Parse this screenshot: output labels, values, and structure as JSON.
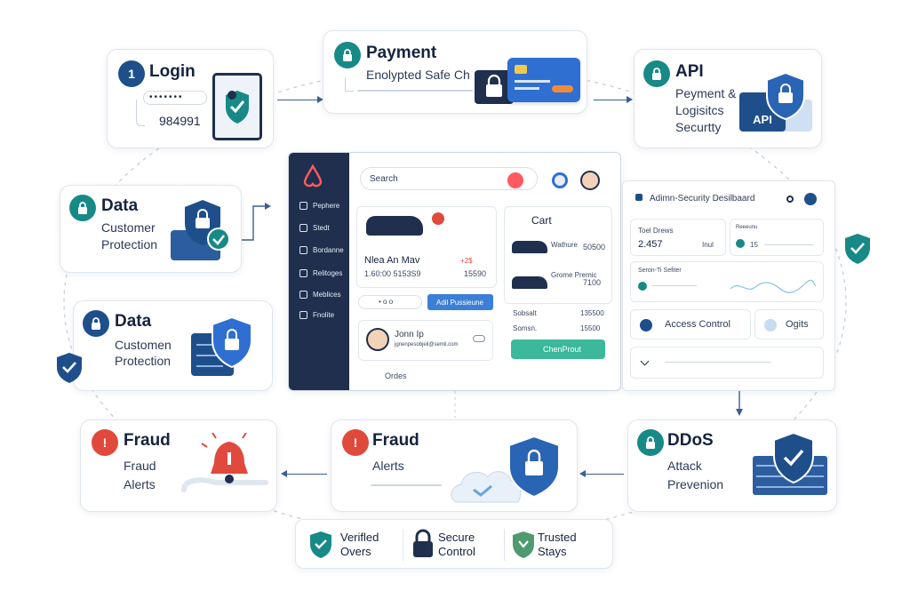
{
  "cards": {
    "login": {
      "badge": "1",
      "title": "Login",
      "password_mask": "•••••••",
      "code": "984991"
    },
    "payment": {
      "title": "Payment",
      "subtitle": "Enolypted Safe Ch"
    },
    "api": {
      "title": "API",
      "lines": [
        "Peyment &",
        "Logisitcs",
        "Securtty"
      ],
      "tag": "API"
    },
    "data1": {
      "title": "Data",
      "lines": [
        "Customer",
        "Protection"
      ]
    },
    "data2": {
      "title": "Data",
      "lines": [
        "Customen",
        "Protection"
      ]
    },
    "fraud1": {
      "badge": "!",
      "title": "Fraud",
      "lines": [
        "Fraud",
        "Alerts"
      ]
    },
    "fraud2": {
      "badge": "!",
      "title": "Fraud",
      "lines": [
        "Alerts"
      ]
    },
    "ddos": {
      "title": "DDoS",
      "lines": [
        "Attack",
        "Prevenion"
      ]
    }
  },
  "app": {
    "search_placeholder": "Search",
    "sidebar": [
      "Pephere",
      "Stedt",
      "Bordanne",
      "Relitoges",
      "Meblices",
      "Fnolite"
    ],
    "product": {
      "name": "Nlea An Mav",
      "price": "1.60:00 5153S9",
      "alt_price": "15590",
      "discount": "+2$",
      "action": "Adil Pussieune",
      "pager": "• o o"
    },
    "cart": {
      "title": "Cart",
      "items": [
        {
          "name": "Wathure",
          "price": "50500"
        },
        {
          "name": "Grome Premic",
          "price": "7100"
        }
      ],
      "subtotal_label": "Sobsalt",
      "subtotal": "135500",
      "shipping_label": "Somsn.",
      "shipping": "15500",
      "checkout": "ChenProut"
    },
    "user": {
      "name": "Jonn Ip",
      "email": "jgnenpesobjeil@semil.com"
    },
    "orders": "Ordes"
  },
  "dashboard": {
    "title": "Adimn-Security Desilbaard",
    "total_label": "Toel Drews",
    "total_value": "2.457",
    "total_unit": "Inul",
    "rev_label": "Reeeunu",
    "rev_value": "15",
    "server_label": "Seron-Ti Sefiter",
    "access": "Access Control",
    "logs": "Ogits"
  },
  "trust": [
    {
      "line1": "Verifled",
      "line2": "Overs"
    },
    {
      "line1": "Secure",
      "line2": "Control"
    },
    {
      "line1": "Trusted",
      "line2": "Stays"
    }
  ],
  "colors": {
    "teal": "#178a87",
    "navy": "#1e4f8a",
    "red": "#e04a3c",
    "blue": "#2f6fd1",
    "dark": "#1f2f4d"
  }
}
